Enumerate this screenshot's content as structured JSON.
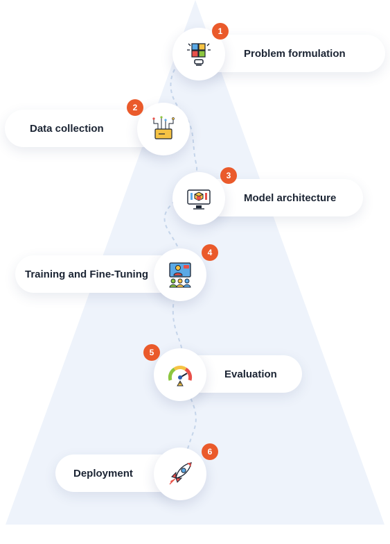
{
  "steps": [
    {
      "number": "1",
      "label": "Problem formulation",
      "icon": "puzzle-lightbulb-icon"
    },
    {
      "number": "2",
      "label": "Data collection",
      "icon": "data-folder-icon"
    },
    {
      "number": "3",
      "label": "Model architecture",
      "icon": "monitor-model-icon"
    },
    {
      "number": "4",
      "label": "Training and Fine-Tuning",
      "icon": "presentation-training-icon"
    },
    {
      "number": "5",
      "label": "Evaluation",
      "icon": "gauge-icon"
    },
    {
      "number": "6",
      "label": "Deployment",
      "icon": "rocket-icon"
    }
  ],
  "colors": {
    "badge": "#ea5a2b",
    "triangle": "#eef3fb",
    "path": "#c5d5ea",
    "text": "#1b2433"
  }
}
